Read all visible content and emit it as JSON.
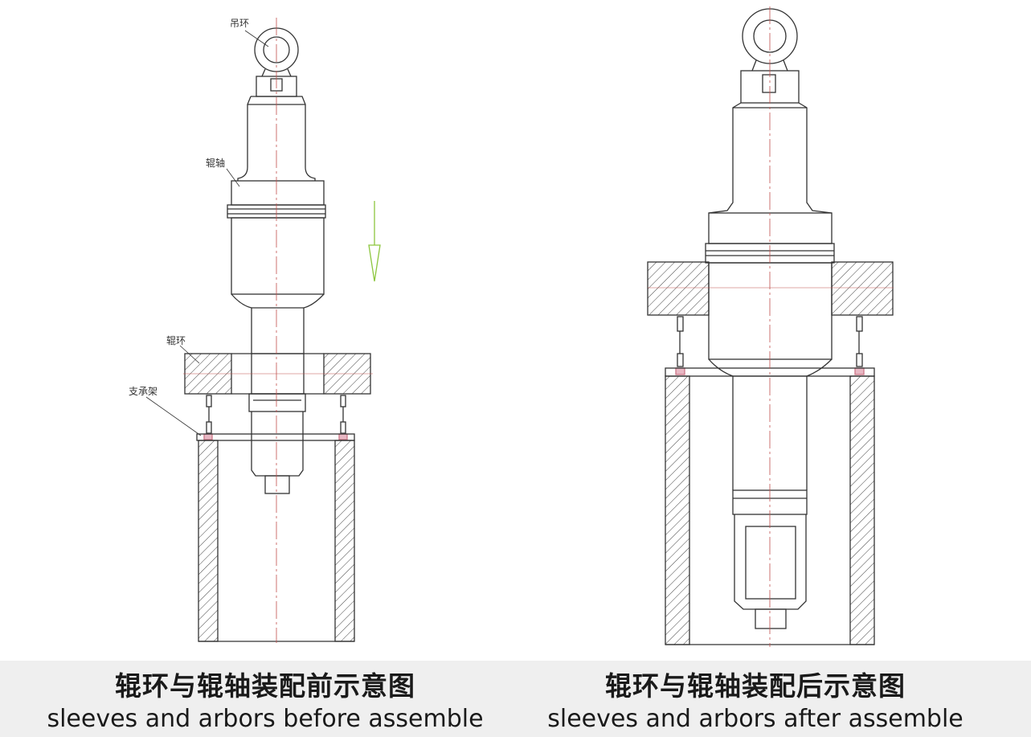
{
  "labels": {
    "lifting_ring": "吊环",
    "roll_shaft": "辊轴",
    "roll_ring": "辊环",
    "support_frame": "支承架"
  },
  "captions": {
    "before_cn": "辊环与辊轴装配前示意图",
    "before_en": "sleeves and arbors before assemble",
    "after_cn": "辊环与辊轴装配后示意图",
    "after_en": "sleeves and arbors after assemble"
  },
  "colors": {
    "line": "#333333",
    "centerline": "#c0504d",
    "arrow": "#8dc63f",
    "band": "#efefef",
    "bolt": "#cc7788"
  },
  "arrow": {
    "icon": "down-arrow-icon",
    "meaning": "insertion direction"
  }
}
